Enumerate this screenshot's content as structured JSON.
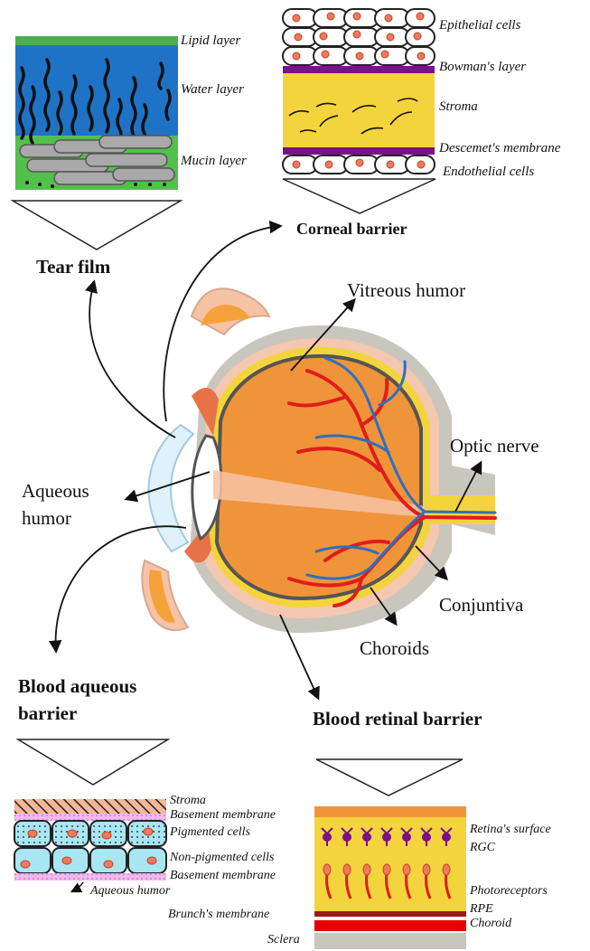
{
  "tear_film": {
    "title": "Tear film",
    "layers": [
      "Lipid layer",
      "Water layer",
      "Mucin layer"
    ]
  },
  "corneal_barrier": {
    "title": "Corneal barrier",
    "layers": [
      "Epithelial cells",
      "Bowman's layer",
      "Stroma",
      "Descemet's membrane",
      "Endothelial cells"
    ]
  },
  "eye": {
    "vitreous": "Vitreous humor",
    "optic_nerve": "Optic nerve",
    "aqueous_line1": "Aqueous",
    "aqueous_line2": "humor",
    "conjuntiva": "Conjuntiva",
    "choroids": "Choroids"
  },
  "blood_aqueous": {
    "title_line1": "Blood aqueous",
    "title_line2": "barrier",
    "layers": [
      "Stroma",
      "Basement membrane",
      "Pigmented cells",
      "Non-pigmented cells",
      "Basement membrane"
    ],
    "aqueous_humor": "Aqueous humor"
  },
  "blood_retinal": {
    "title": "Blood retinal barrier",
    "layers_right": [
      "Retina's surface",
      "RGC",
      "Photoreceptors",
      "RPE",
      "Choroid"
    ],
    "layers_left": [
      "Brunch's membrane",
      "Sclera"
    ]
  },
  "colors": {
    "lipid": "#4cae4c",
    "water": "#1f73c6",
    "mucin": "#54c04c",
    "stroma_yellow": "#f4d43c",
    "bowman_purple": "#7b0f8c",
    "eye_orange": "#f0943a",
    "vessel_red": "#e11c1c",
    "vessel_blue": "#2f6fc0",
    "cell_blue": "#a9e6f4",
    "basement_pink": "#f3b8f0"
  }
}
